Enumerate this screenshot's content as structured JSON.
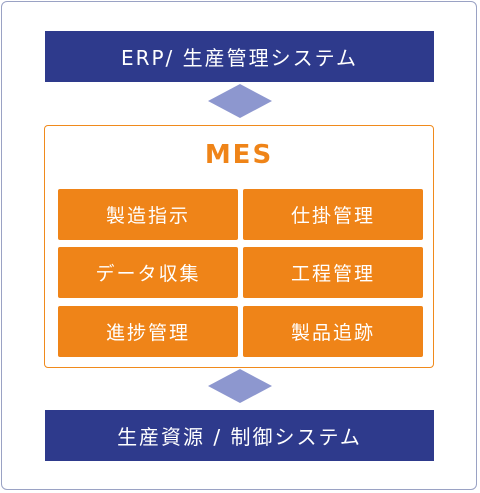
{
  "top_system": {
    "label": "ERP/ 生産管理システム"
  },
  "mes": {
    "title": "MES",
    "functions": [
      "製造指示",
      "仕掛管理",
      "データ収集",
      "工程管理",
      "進捗管理",
      "製品追跡"
    ]
  },
  "bottom_system": {
    "label": "生産資源 / 制御システム"
  },
  "colors": {
    "navy": "#2e3a8c",
    "orange": "#ef8418",
    "arrow": "#8d97cf"
  },
  "icons": {
    "connector": "double-headed-vertical-arrow-icon"
  }
}
